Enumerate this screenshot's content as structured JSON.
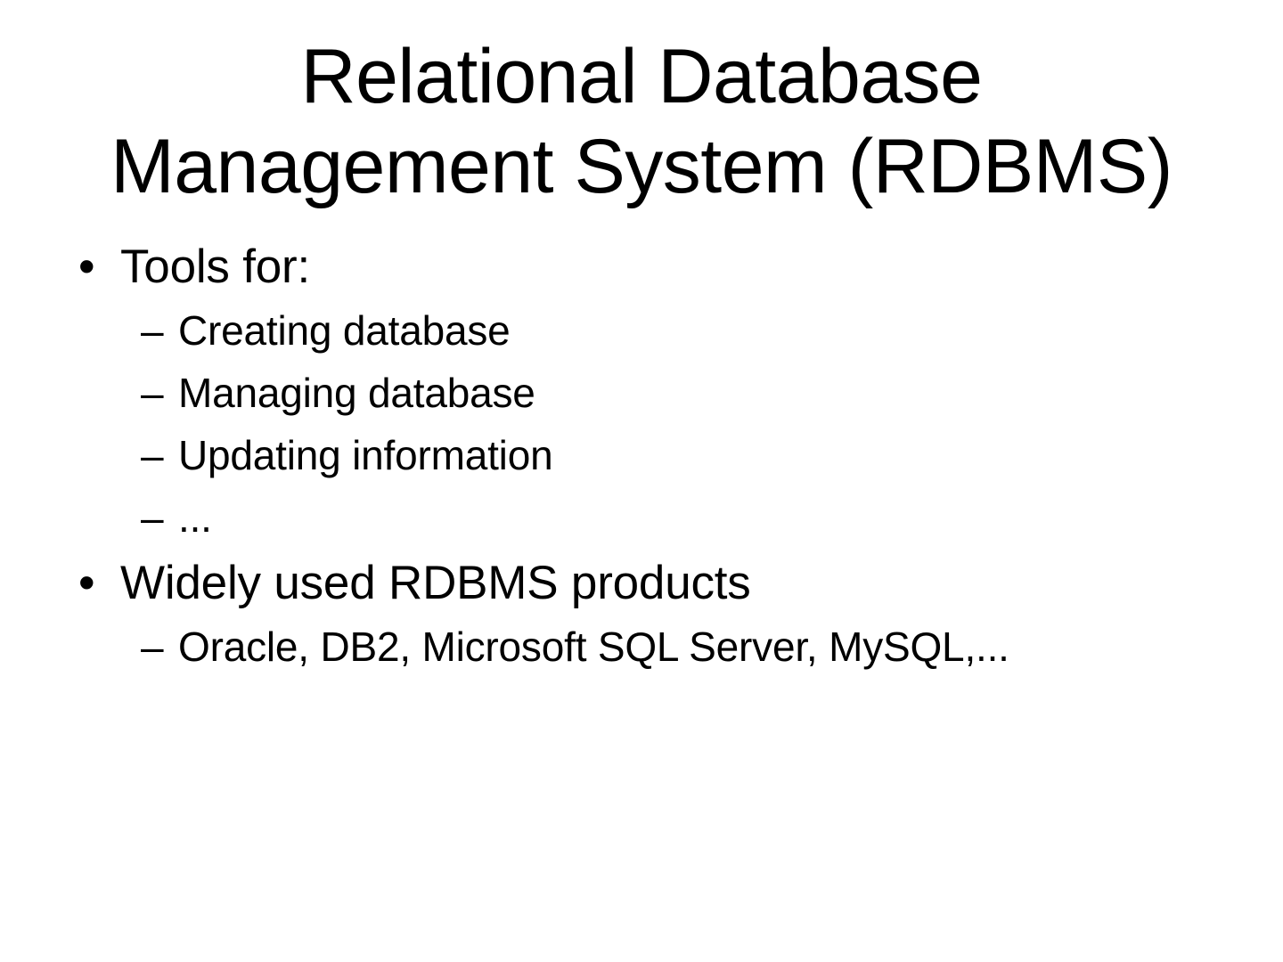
{
  "slide": {
    "title": "Relational Database\nManagement System (RDBMS)",
    "title_line_1": "Relational Database",
    "title_line_2": "Management System (RDBMS)",
    "background_color": "#ffffff",
    "text_color": "#000000",
    "bullet_marker_level1": "•",
    "bullet_marker_level2": "–",
    "outline": [
      {
        "level": 1,
        "text": "Tools for:"
      },
      {
        "level": 2,
        "text": "Creating database"
      },
      {
        "level": 2,
        "text": "Managing database"
      },
      {
        "level": 2,
        "text": "Updating information"
      },
      {
        "level": 2,
        "text": "..."
      },
      {
        "level": 1,
        "text": "Widely used RDBMS products"
      },
      {
        "level": 2,
        "text": "Oracle, DB2, Microsoft SQL Server, MySQL,..."
      }
    ]
  }
}
